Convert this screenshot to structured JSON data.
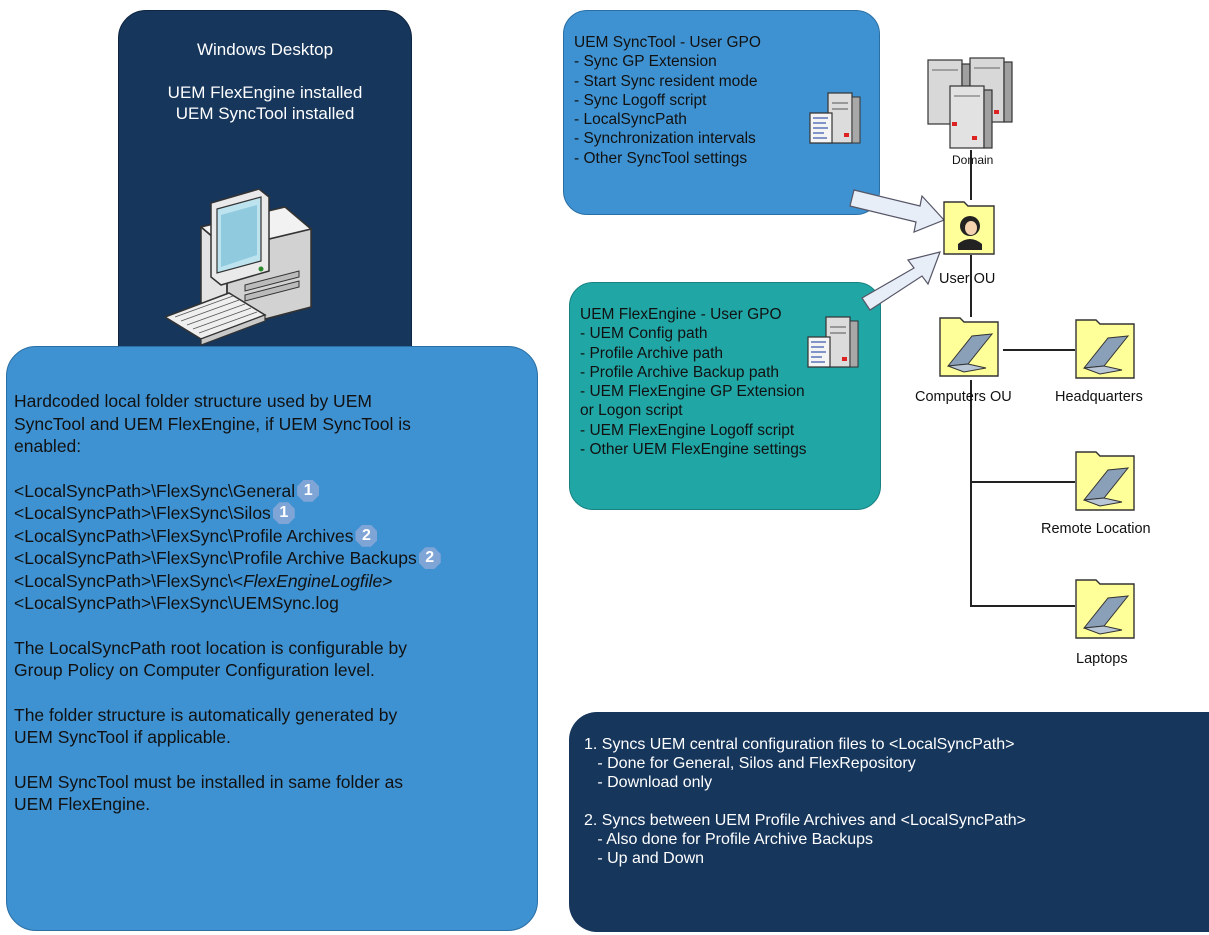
{
  "desktop": {
    "title": "Windows Desktop",
    "line1": "UEM FlexEngine installed",
    "line2": "UEM SyncTool installed",
    "icon": "desktop-computer-icon"
  },
  "local": {
    "intro1": "Hardcoded local folder structure used by UEM",
    "intro2": "SyncTool and UEM FlexEngine, if UEM SyncTool is",
    "intro3": "enabled:",
    "paths": [
      {
        "text": "<LocalSyncPath>\\FlexSync\\General",
        "badge": "1"
      },
      {
        "text": "<LocalSyncPath>\\FlexSync\\Silos",
        "badge": "1"
      },
      {
        "text": "<LocalSyncPath>\\FlexSync\\Profile Archives",
        "badge": "2"
      },
      {
        "text": "<LocalSyncPath>\\FlexSync\\Profile Archive Backups",
        "badge": "2"
      }
    ],
    "logfile_prefix": "<LocalSyncPath>\\FlexSync\\<",
    "logfile_italic": "FlexEngineLogfile",
    "logfile_suffix": ">",
    "synclog": "<LocalSyncPath>\\FlexSync\\UEMSync.log",
    "para1a": "The LocalSyncPath root location is configurable by",
    "para1b": "Group Policy on Computer Configuration level.",
    "para2a": "The folder structure is automatically generated by",
    "para2b": "UEM SyncTool if applicable.",
    "para3a": "UEM SyncTool must be installed in same folder as",
    "para3b": "UEM FlexEngine."
  },
  "sync_gpo": {
    "title": "UEM SyncTool - User GPO",
    "items": [
      "- Sync GP Extension",
      "- Start Sync resident mode",
      "- Sync Logoff script",
      "- LocalSyncPath",
      "- Synchronization intervals",
      "- Other SyncTool settings"
    ],
    "icon": "script-server-icon"
  },
  "flex_gpo": {
    "title": "UEM FlexEngine - User GPO",
    "items": [
      "- UEM Config path",
      "- Profile Archive path",
      "- Profile Archive Backup path",
      "- UEM FlexEngine GP Extension",
      "or Logon script",
      "- UEM FlexEngine Logoff script",
      "- Other UEM FlexEngine settings"
    ],
    "icon": "script-server-icon"
  },
  "tree": {
    "domain": "Domain",
    "user_ou": "User OU",
    "computers_ou": "Computers OU",
    "headquarters": "Headquarters",
    "remote": "Remote Location",
    "laptops": "Laptops"
  },
  "notes": {
    "n1": "1. Syncs UEM central configuration files to <LocalSyncPath>",
    "n1a": "   - Done for General, Silos and FlexRepository",
    "n1b": "   - Download only",
    "n2": "2. Syncs between UEM Profile Archives and <LocalSyncPath>",
    "n2a": "   - Also done for Profile Archive Backups",
    "n2b": "   - Up and Down"
  },
  "colors": {
    "dark_navy": "#16365c",
    "medium_blue": "#3f92d2",
    "teal": "#21a6a6",
    "folder_yellow": "#ffff99",
    "badge_blue": "#7fa4d6"
  }
}
